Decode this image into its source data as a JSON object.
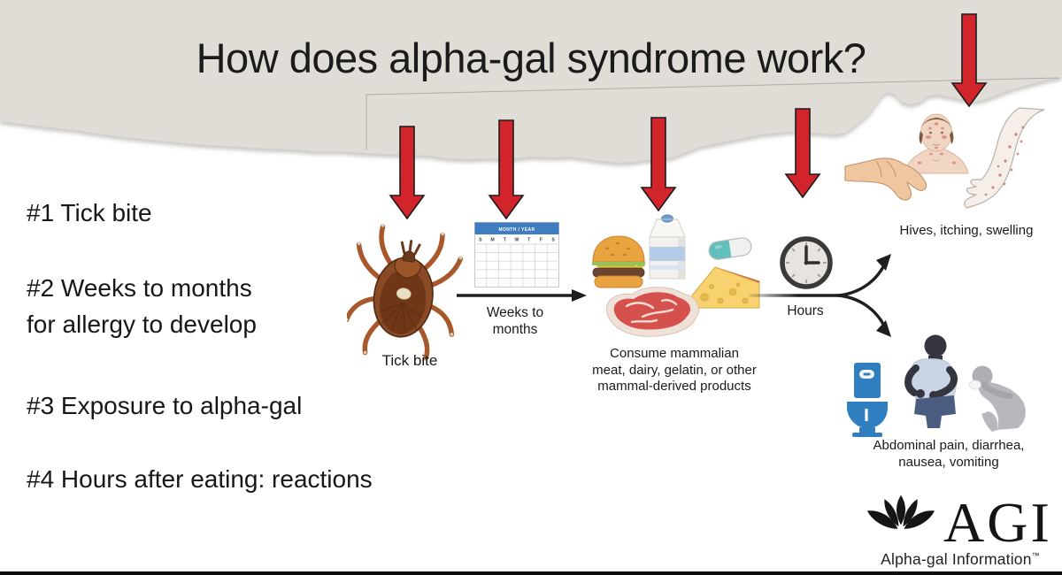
{
  "title": "How does alpha-gal syndrome work?",
  "steps": [
    {
      "lines": [
        "#1 Tick bite"
      ]
    },
    {
      "lines": [
        "#2 Weeks to months",
        "for allergy to develop"
      ]
    },
    {
      "lines": [
        "#3 Exposure to alpha-gal"
      ]
    },
    {
      "lines": [
        "#4 Hours after eating: reactions"
      ]
    }
  ],
  "flow": {
    "tick": {
      "label": "Tick bite"
    },
    "calendar": {
      "header": "MONTH / YEAR",
      "days": [
        "S",
        "M",
        "T",
        "W",
        "T",
        "F",
        "S"
      ],
      "caption_lines": [
        "Weeks to",
        "months"
      ]
    },
    "consume": {
      "caption_lines": [
        "Consume mammalian",
        "meat, dairy, gelatin, or other",
        "mammal-derived products"
      ]
    },
    "clock": {
      "label": "Hours"
    },
    "reaction_skin": {
      "caption": "Hives, itching, swelling"
    },
    "reaction_gi": {
      "caption_lines": [
        "Abdominal pain, diarrhea,",
        "nausea, vomiting"
      ]
    }
  },
  "logo": {
    "acronym": "AGI",
    "name": "Alpha-gal Information",
    "trademark": "™"
  },
  "colors": {
    "paper_beige": "#e0dcd6",
    "arrow_red": "#d2252b",
    "calendar_blue": "#3f7cc0",
    "toilet_blue": "#2e7ec0",
    "text": "#1c1c1c"
  }
}
